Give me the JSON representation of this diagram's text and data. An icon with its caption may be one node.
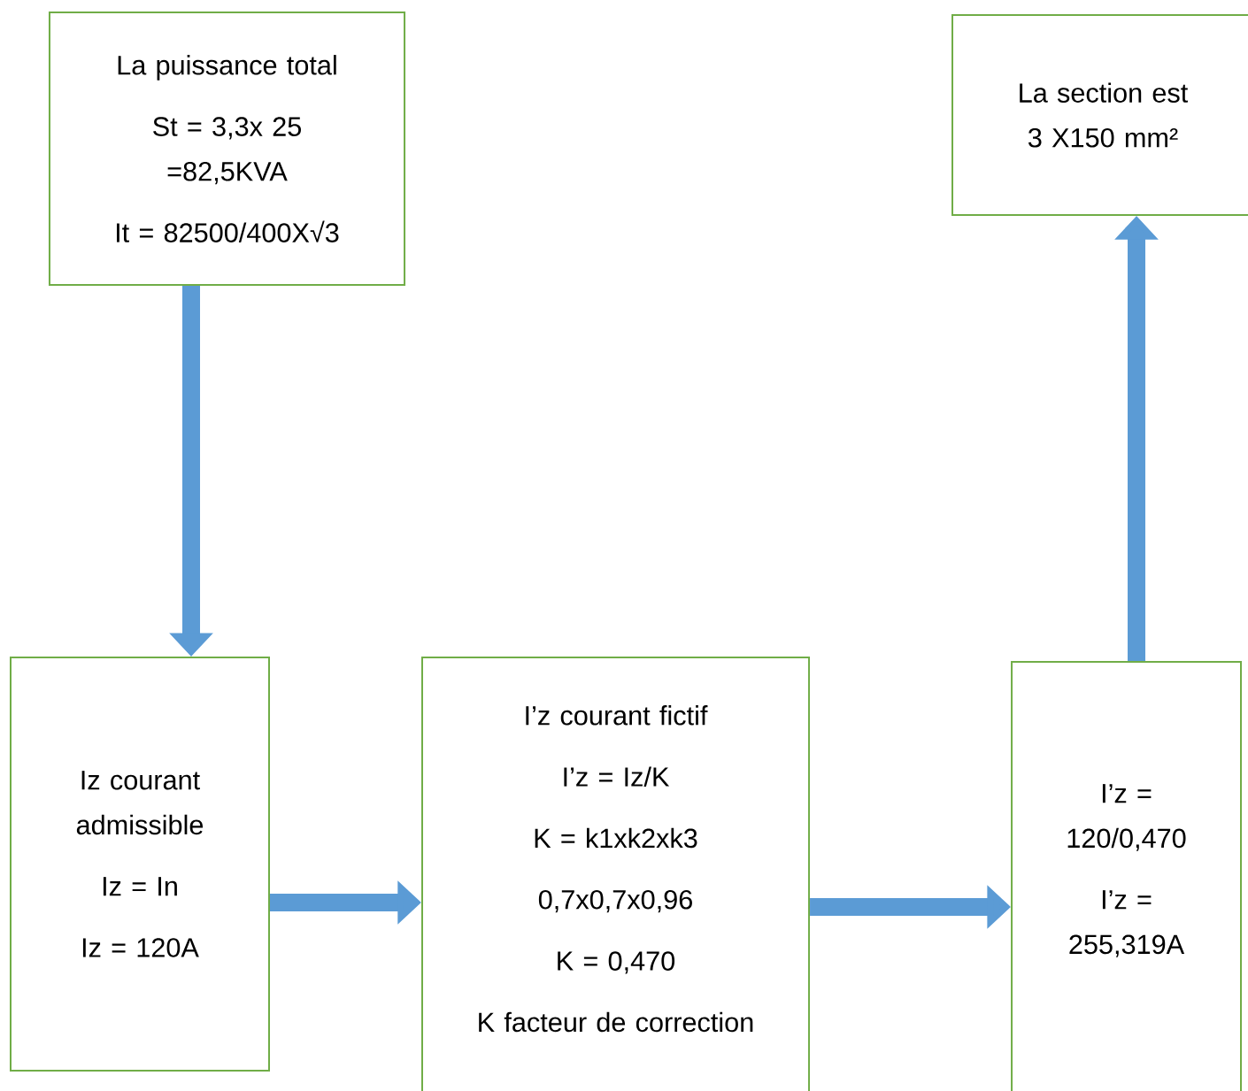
{
  "diagram": {
    "nodes": [
      {
        "text": [
          "La puissance total",
          "St = 3,3x 25 =82,5KVA",
          "It = 82500/400X√3"
        ]
      },
      {
        "text": [
          "Iz courant admissible",
          "Iz = In",
          "Iz = 120A"
        ]
      },
      {
        "text": [
          "I’z courant fictif",
          "I’z = Iz/K",
          "K = k1xk2xk3",
          "0,7x0,7x0,96",
          "K = 0,470",
          "K facteur de correction"
        ]
      },
      {
        "text": [
          "I’z = 120/0,470",
          "I’z = 255,319A"
        ]
      },
      {
        "text": [
          "La section est 3 X150 mm²"
        ]
      }
    ],
    "edges": [
      {
        "from": 0,
        "to": 1,
        "arrow": "to"
      },
      {
        "from": 1,
        "to": 2,
        "arrow": "to"
      },
      {
        "from": 2,
        "to": 3,
        "arrow": "to"
      },
      {
        "from": 3,
        "to": 4,
        "arrow": "to"
      }
    ]
  }
}
